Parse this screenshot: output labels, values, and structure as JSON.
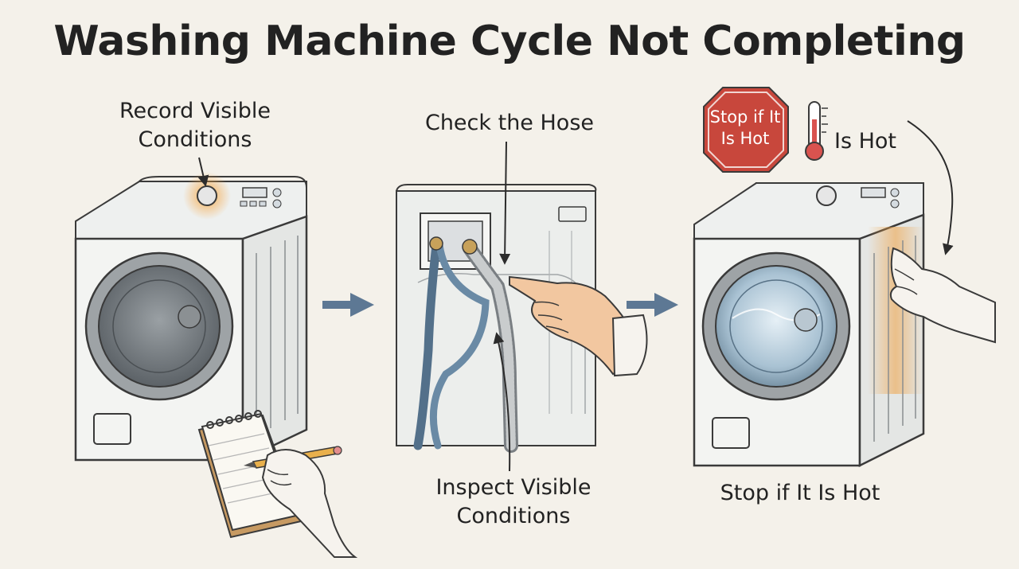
{
  "title": "Washing Machine Cycle Not Completing",
  "steps": [
    {
      "label_line1": "Record Visible",
      "label_line2": "Conditions"
    },
    {
      "label_top": "Check the Hose",
      "label_bottom_line1": "Inspect Visible",
      "label_bottom_line2": "Conditions"
    },
    {
      "sign_line1": "Stop if It",
      "sign_line2": "Is Hot",
      "sign_caption": "Is Hot",
      "label_bottom": "Stop if It Is Hot"
    }
  ],
  "icons": [
    "washing-machine-icon",
    "notepad-icon",
    "pencil-icon",
    "hand-icon",
    "hose-icon",
    "stop-sign-icon",
    "thermometer-icon",
    "arrow-right-icon"
  ],
  "colors": {
    "background": "#f4f1ea",
    "panel_blue": "#8ea6bd",
    "stop_red": "#c8473c",
    "arrow_blue": "#5d7894",
    "warm_glow": "#f0a040"
  }
}
